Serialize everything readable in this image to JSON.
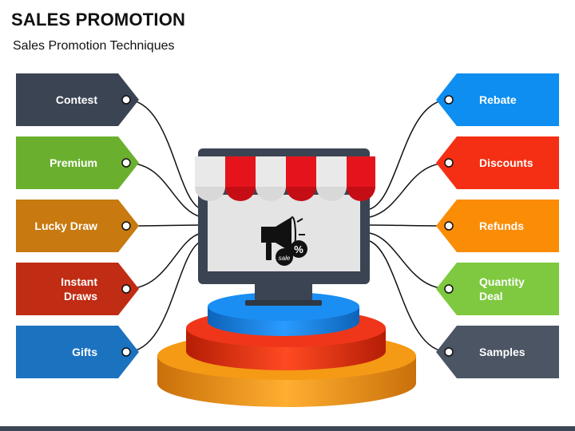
{
  "title": "SALES PROMOTION",
  "subtitle": "Sales Promotion Techniques",
  "left_items": [
    {
      "label": "Contest",
      "color": "#3b4452"
    },
    {
      "label": "Premium",
      "color": "#6ab02e"
    },
    {
      "label": "Lucky Draw",
      "color": "#c8790f"
    },
    {
      "label": "Instant\nDraws",
      "color": "#c02c14"
    },
    {
      "label": "Gifts",
      "color": "#1b72bf"
    }
  ],
  "right_items": [
    {
      "label": "Rebate",
      "color": "#0d8ef0"
    },
    {
      "label": "Discounts",
      "color": "#f52f13"
    },
    {
      "label": "Refunds",
      "color": "#fb8c06"
    },
    {
      "label": "Quantity\nDeal",
      "color": "#7ec93f"
    },
    {
      "label": "Samples",
      "color": "#4b5564"
    }
  ],
  "center": {
    "screen_badge_text": "sale",
    "percent_text": "%",
    "awning_colors": [
      "#e9e9e9",
      "#e5141c"
    ],
    "podium_colors": [
      "#1a8ef2",
      "#f0361a",
      "#f49a14"
    ]
  }
}
